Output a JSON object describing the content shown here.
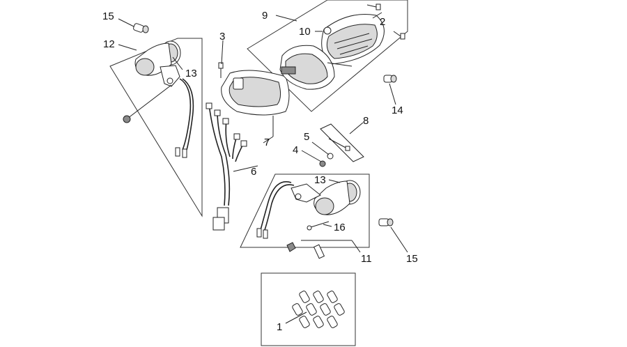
{
  "callouts": [
    {
      "id": "1",
      "text": "1"
    },
    {
      "id": "2",
      "text": "2"
    },
    {
      "id": "3",
      "text": "3"
    },
    {
      "id": "4",
      "text": "4"
    },
    {
      "id": "5",
      "text": "5"
    },
    {
      "id": "6",
      "text": "6"
    },
    {
      "id": "7",
      "text": "7"
    },
    {
      "id": "8",
      "text": "8"
    },
    {
      "id": "9",
      "text": "9"
    },
    {
      "id": "10",
      "text": "10"
    },
    {
      "id": "11",
      "text": "11"
    },
    {
      "id": "12",
      "text": "12"
    },
    {
      "id": "13a",
      "text": "13"
    },
    {
      "id": "13b",
      "text": "13"
    },
    {
      "id": "14",
      "text": "14"
    },
    {
      "id": "15a",
      "text": "15"
    },
    {
      "id": "15b",
      "text": "15"
    },
    {
      "id": "16",
      "text": "16"
    }
  ]
}
